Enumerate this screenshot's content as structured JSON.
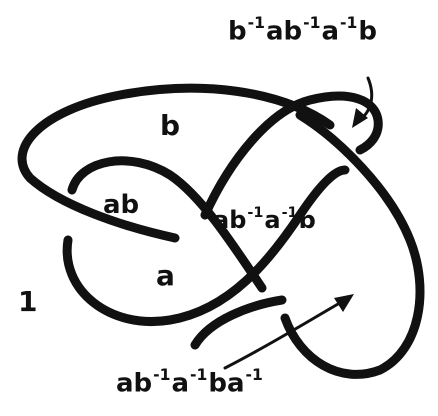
{
  "labels": {
    "top": {
      "parts": [
        [
          "b",
          "-1"
        ],
        [
          "a",
          ""
        ],
        [
          "b",
          "-1"
        ],
        [
          "a",
          "-1"
        ],
        [
          "b",
          ""
        ]
      ]
    },
    "b": {
      "parts": [
        [
          "b",
          ""
        ]
      ]
    },
    "ab": {
      "parts": [
        [
          "ab",
          ""
        ]
      ]
    },
    "middle": {
      "parts": [
        [
          "ab",
          "-1"
        ],
        [
          "a",
          "-1"
        ],
        [
          "b",
          ""
        ]
      ]
    },
    "a": {
      "parts": [
        [
          "a",
          ""
        ]
      ]
    },
    "one": {
      "parts": [
        [
          "1",
          ""
        ]
      ]
    },
    "bottom": {
      "parts": [
        [
          "ab",
          "-1"
        ],
        [
          "a",
          "-1"
        ],
        [
          "b",
          ""
        ],
        [
          "a",
          "-1"
        ]
      ]
    }
  }
}
